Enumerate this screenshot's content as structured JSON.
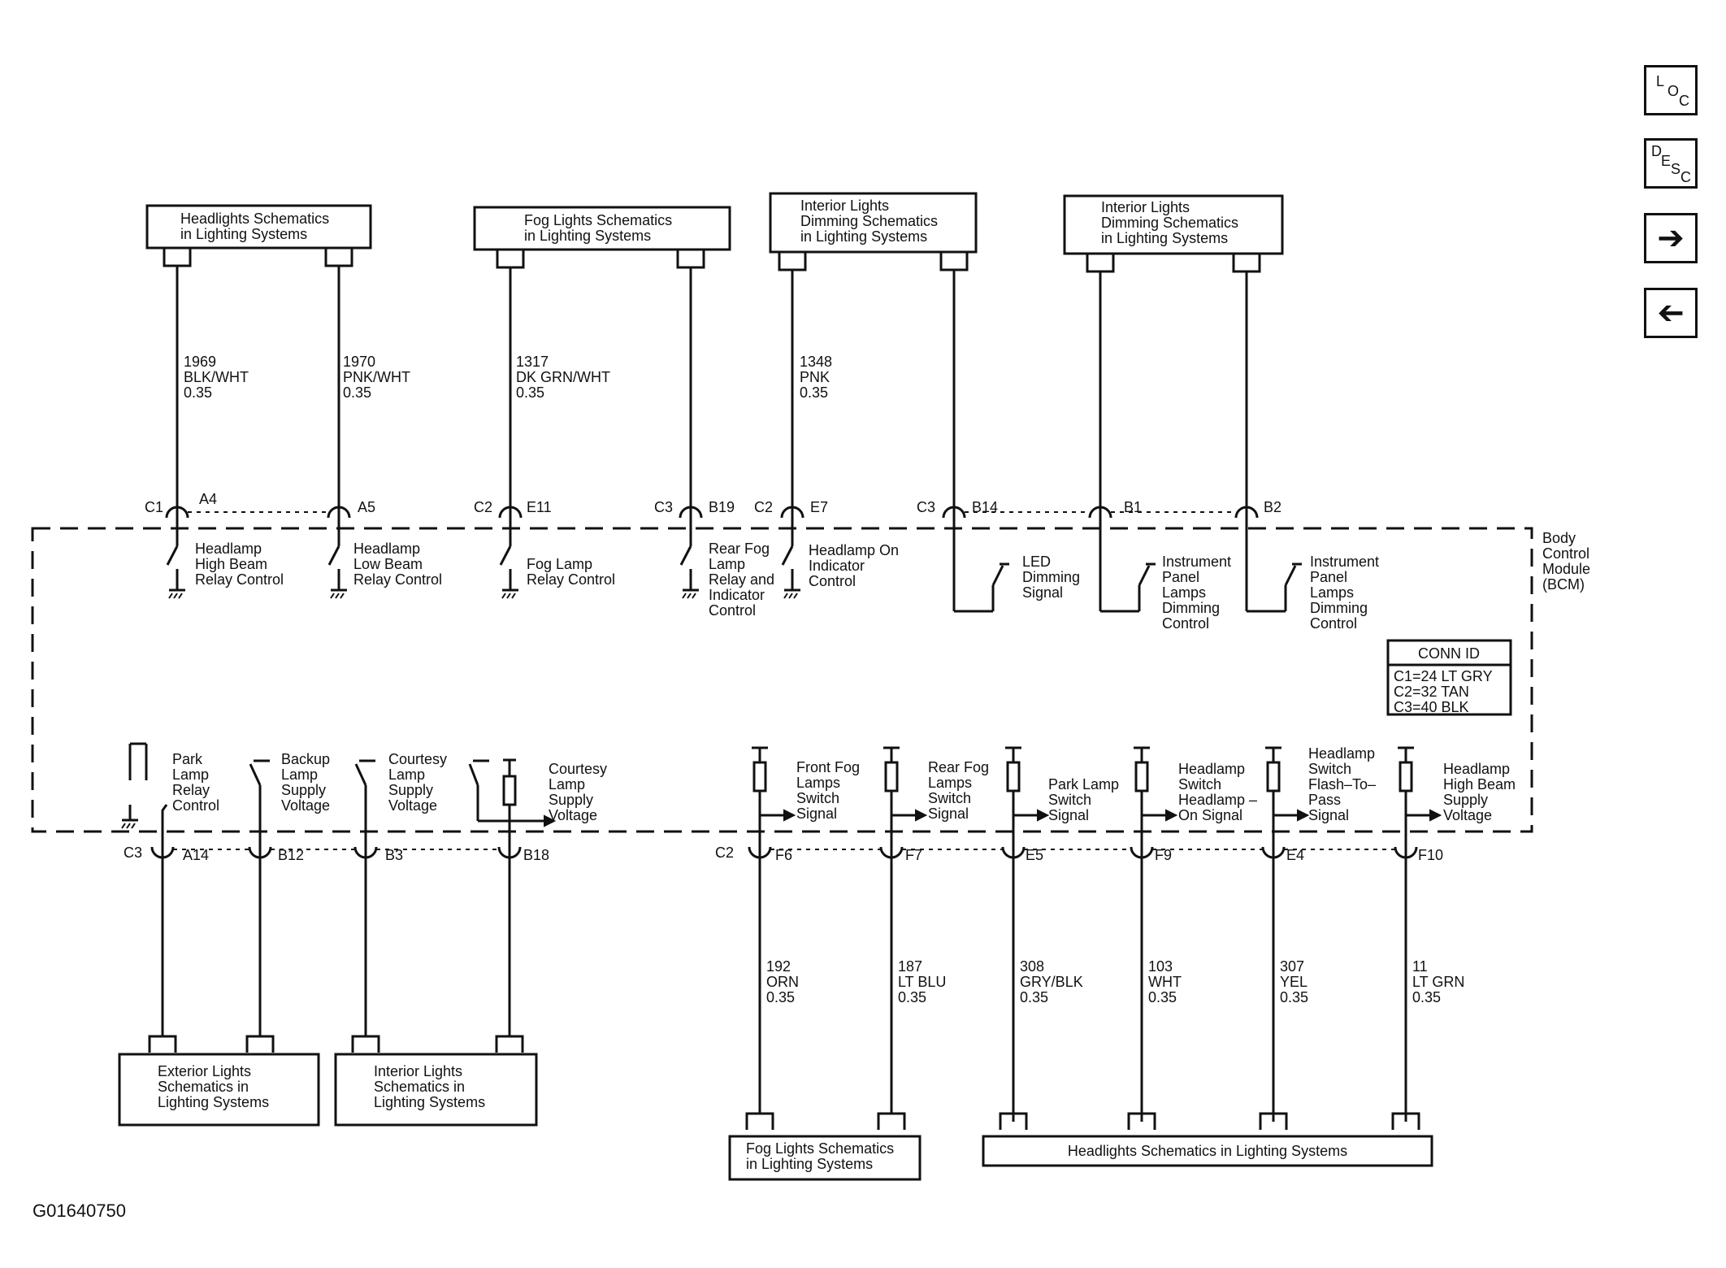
{
  "figure_id": "G01640750",
  "module_label": [
    "Body",
    "Control",
    "Module",
    "(BCM)"
  ],
  "conn_id": {
    "title": "CONN ID",
    "rows": [
      "C1=24 LT GRY",
      "C2=32 TAN",
      "C3=40 BLK"
    ]
  },
  "nav": {
    "loc": [
      "L",
      "O",
      "C"
    ],
    "desc": [
      "D",
      "E",
      "S",
      "C"
    ],
    "next_icon": "right-arrow-icon",
    "prev_icon": "left-arrow-icon"
  },
  "top_boxes": [
    [
      "Headlights Schematics",
      "in Lighting Systems"
    ],
    [
      "Fog Lights Schematics",
      "in Lighting Systems"
    ],
    [
      "Interior Lights",
      "Dimming Schematics",
      "in Lighting Systems"
    ],
    [
      "Interior Lights",
      "Dimming Schematics",
      "in Lighting Systems"
    ]
  ],
  "top_wires": [
    [
      "1969",
      "BLK/WHT",
      "0.35"
    ],
    [
      "1970",
      "PNK/WHT",
      "0.35"
    ],
    [
      "1317",
      "DK GRN/WHT",
      "0.35"
    ],
    [
      "1348",
      "PNK",
      "0.35"
    ]
  ],
  "top_pins": [
    {
      "conn": "C1",
      "pin": "A4"
    },
    {
      "conn": "",
      "pin": "A5"
    },
    {
      "conn": "C2",
      "pin": "E11"
    },
    {
      "conn": "C3",
      "pin": "B19"
    },
    {
      "conn": "C2",
      "pin": "E7"
    },
    {
      "conn": "C3",
      "pin": "B14"
    },
    {
      "conn": "",
      "pin": "B1"
    },
    {
      "conn": "",
      "pin": "B2"
    }
  ],
  "top_functions": [
    [
      "Headlamp",
      "High Beam",
      "Relay Control"
    ],
    [
      "Headlamp",
      "Low Beam",
      "Relay Control"
    ],
    [
      "Fog Lamp",
      "Relay Control"
    ],
    [
      "Rear Fog",
      "Lamp",
      "Relay and",
      "Indicator",
      "Control"
    ],
    [
      "Headlamp On",
      "Indicator",
      "Control"
    ],
    [
      "LED",
      "Dimming",
      "Signal"
    ],
    [
      "Instrument",
      "Panel",
      "Lamps",
      "Dimming",
      "Control"
    ],
    [
      "Instrument",
      "Panel",
      "Lamps",
      "Dimming",
      "Control"
    ]
  ],
  "bottom_functions": [
    [
      "Park",
      "Lamp",
      "Relay",
      "Control"
    ],
    [
      "Backup",
      "Lamp",
      "Supply",
      "Voltage"
    ],
    [
      "Courtesy",
      "Lamp",
      "Supply",
      "Voltage"
    ],
    [
      "Courtesy",
      "Lamp",
      "Supply",
      "Voltage"
    ],
    [
      "Front Fog",
      "Lamps",
      "Switch",
      "Signal"
    ],
    [
      "Rear Fog",
      "Lamps",
      "Switch",
      "Signal"
    ],
    [
      "Park Lamp",
      "Switch",
      "Signal"
    ],
    [
      "Headlamp",
      "Switch",
      "Headlamp –",
      "On Signal"
    ],
    [
      "Headlamp",
      "Switch",
      "Flash–To–",
      "Pass",
      "Signal"
    ],
    [
      "Headlamp",
      "High Beam",
      "Supply",
      "Voltage"
    ]
  ],
  "bottom_pins": [
    {
      "conn": "C3",
      "pin": "A14"
    },
    {
      "conn": "",
      "pin": "B12"
    },
    {
      "conn": "",
      "pin": "B3"
    },
    {
      "conn": "",
      "pin": "B18"
    },
    {
      "conn": "C2",
      "pin": "F6"
    },
    {
      "conn": "",
      "pin": "F7"
    },
    {
      "conn": "",
      "pin": "E5"
    },
    {
      "conn": "",
      "pin": "F9"
    },
    {
      "conn": "",
      "pin": "E4"
    },
    {
      "conn": "",
      "pin": "F10"
    }
  ],
  "bottom_wires": [
    [
      "192",
      "ORN",
      "0.35"
    ],
    [
      "187",
      "LT BLU",
      "0.35"
    ],
    [
      "308",
      "GRY/BLK",
      "0.35"
    ],
    [
      "103",
      "WHT",
      "0.35"
    ],
    [
      "307",
      "YEL",
      "0.35"
    ],
    [
      "11",
      "LT GRN",
      "0.35"
    ]
  ],
  "bottom_boxes": [
    [
      "Exterior Lights",
      "Schematics in",
      "Lighting Systems"
    ],
    [
      "Interior Lights",
      "Schematics in",
      "Lighting Systems"
    ],
    [
      "Fog Lights Schematics",
      "in Lighting Systems"
    ],
    [
      "Headlights Schematics in Lighting Systems"
    ]
  ]
}
